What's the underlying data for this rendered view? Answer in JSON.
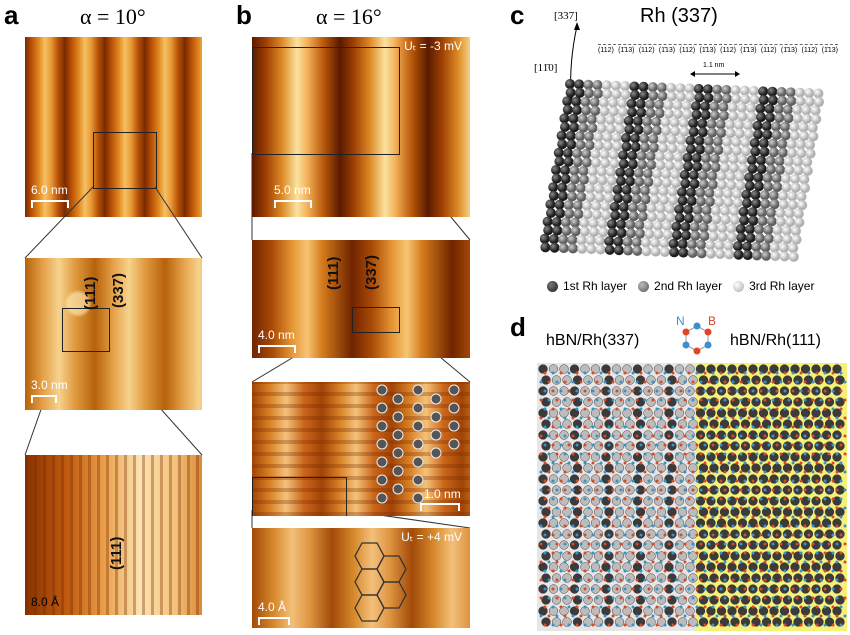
{
  "figure": {
    "panels": {
      "a": {
        "letter": "a",
        "alpha": "α = 10°",
        "scalebars": [
          "6.0 nm",
          "3.0 nm",
          "8.0 Å"
        ],
        "labels": [
          "(111)",
          "(337)",
          "(111)"
        ]
      },
      "b": {
        "letter": "b",
        "alpha": "α = 16°",
        "bias_top": "Uₜ = -3 mV",
        "bias_bottom": "Uₜ = +4 mV",
        "scalebars": [
          "5.0 nm",
          "4.0 nm",
          "1.0 nm",
          "4.0 Å"
        ],
        "labels": [
          "(111)",
          "(337)"
        ]
      },
      "c": {
        "letter": "c",
        "title": "Rh (337)",
        "dir_up": "[337]",
        "dir_down": "[11̄0]",
        "period": "1.1 nm",
        "facets": [
          "(112)",
          "(1̄13)",
          "(112)",
          "(1̄13)",
          "(112)",
          "(1̄13)",
          "(112)",
          "(1̄13)",
          "(112)",
          "(1̄13)",
          "(112)",
          "(1̄13)"
        ],
        "legend": [
          "1st Rh layer",
          "2nd Rh layer",
          "3rd Rh layer"
        ],
        "legend_colors": [
          "#2a2a2a",
          "#7a7a7a",
          "#c8c8c8"
        ]
      },
      "d": {
        "letter": "d",
        "left_label": "hBN/Rh(337)",
        "right_label": "hBN/Rh(111)",
        "atom_n": "N",
        "atom_b": "B",
        "n_color": "#3a8fd0",
        "b_color": "#e0452a",
        "highlight_color": "#f4f07a"
      }
    }
  }
}
